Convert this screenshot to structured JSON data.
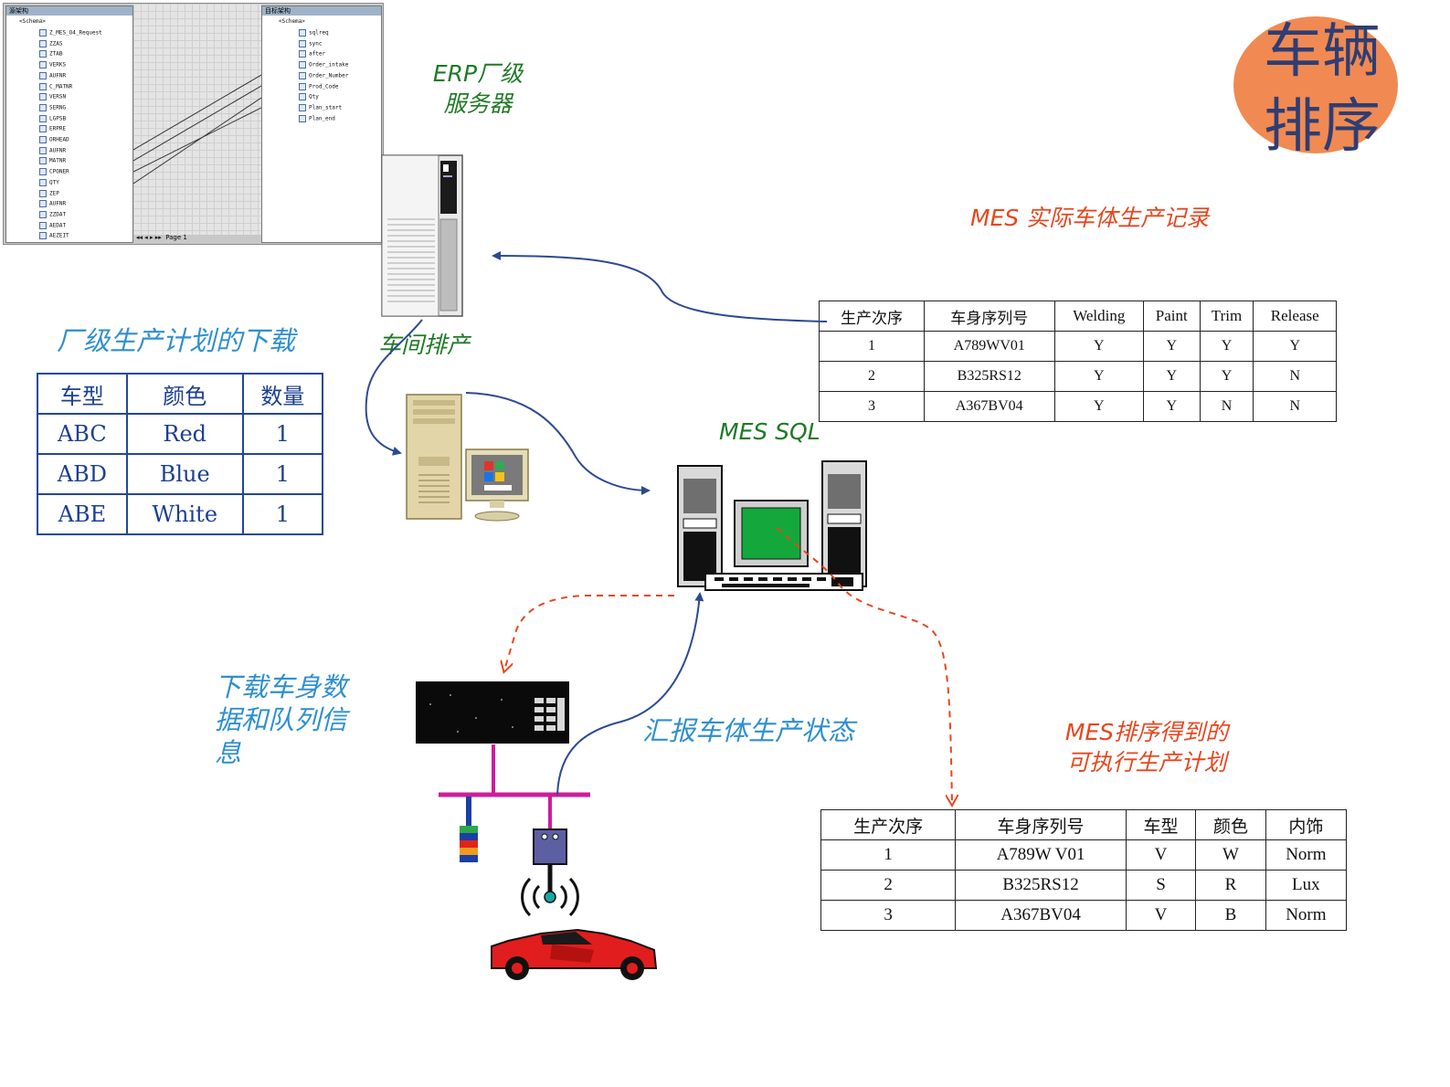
{
  "badge": {
    "title_line1": "车辆",
    "title_line2": "排序"
  },
  "labels": {
    "erp_line1": "ERP厂级",
    "erp_line2": "服务器",
    "workshop": "车间排产",
    "mes_sql": "MES SQL",
    "mes_actual": "MES 实际车体生产记录",
    "plan_download": "厂级生产计划的下载",
    "download_line1": "下载车身数",
    "download_line2": "据和队列信",
    "download_line3": "息",
    "report": "汇报车体生产状态",
    "mes_plan_line1": "MES排序得到的",
    "mes_plan_line2": "可执行生产计划"
  },
  "mapper": {
    "left_title": "源架构",
    "right_title": "目标架构",
    "left_root": "<Schema>",
    "left_items": [
      "Z_MES_O4_Request",
      "ZZAS",
      "ZTAB",
      "VERKS",
      "AUFNR",
      "C_MATNR",
      "VERSN",
      "SERNG",
      "LGPSB",
      "ERPRE",
      "ORHEAD",
      "AUFNR",
      "MATNR",
      "CPONER",
      "QTY",
      "ZEP",
      "AUFNR",
      "ZZDAT",
      "AEDAT",
      "AEZEIT"
    ],
    "right_root": "<Schema>",
    "right_items": [
      "sqlreq",
      "sync",
      "after",
      "Order_intake",
      "Order_Number",
      "Prod_Code",
      "Qty",
      "Plan_start",
      "Plan_end"
    ],
    "page_label": "Page 1"
  },
  "plan_table": {
    "headers": [
      "车型",
      "颜色",
      "数量"
    ],
    "rows": [
      [
        "ABC",
        "Red",
        "1"
      ],
      [
        "ABD",
        "Blue",
        "1"
      ],
      [
        "ABE",
        "White",
        "1"
      ]
    ]
  },
  "actual_table": {
    "headers": [
      "生产次序",
      "车身序列号",
      "Welding",
      "Paint",
      "Trim",
      "Release"
    ],
    "rows": [
      [
        "1",
        "A789WV01",
        "Y",
        "Y",
        "Y",
        "Y"
      ],
      [
        "2",
        "B325RS12",
        "Y",
        "Y",
        "Y",
        "N"
      ],
      [
        "3",
        "A367BV04",
        "Y",
        "Y",
        "N",
        "N"
      ]
    ]
  },
  "sched_table": {
    "headers": [
      "生产次序",
      "车身序列号",
      "车型",
      "颜色",
      "内饰"
    ],
    "rows": [
      [
        "1",
        "A789W V01",
        "V",
        "W",
        "Norm"
      ],
      [
        "2",
        "B325RS12",
        "S",
        "R",
        "Lux"
      ],
      [
        "3",
        "A367BV04",
        "V",
        "B",
        "Norm"
      ]
    ]
  },
  "colors": {
    "blue_arrow": "#2c4a94",
    "red_dashed": "#e8461d",
    "bus": "#cc1d9c",
    "badge": "#f08a52"
  }
}
